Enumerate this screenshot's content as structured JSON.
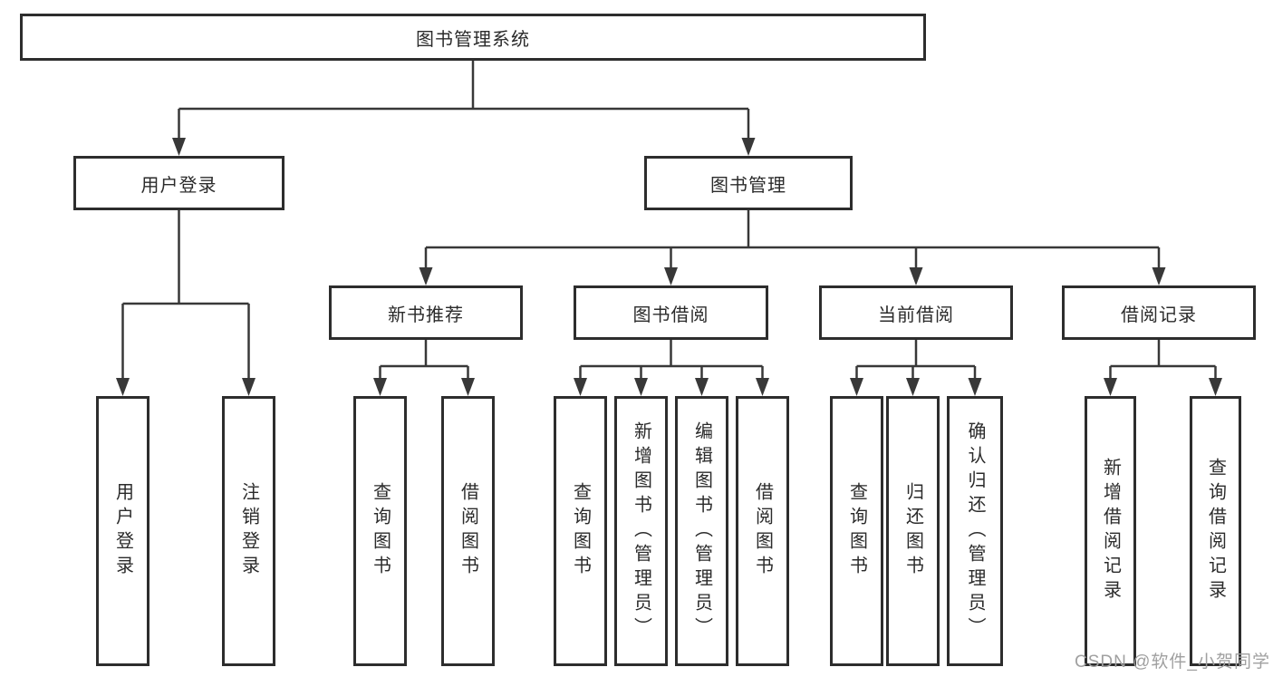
{
  "diagram": {
    "title": "图书管理系统",
    "level2": [
      {
        "label": "用户登录"
      },
      {
        "label": "图书管理"
      }
    ],
    "level3": [
      {
        "label": "新书推荐"
      },
      {
        "label": "图书借阅"
      },
      {
        "label": "当前借阅"
      },
      {
        "label": "借阅记录"
      }
    ],
    "leaves": [
      {
        "label": "用户登录"
      },
      {
        "label": "注销登录"
      },
      {
        "label": "查询图书"
      },
      {
        "label": "借阅图书"
      },
      {
        "label": "查询图书"
      },
      {
        "label": "新增图书（管理员）"
      },
      {
        "label": "编辑图书（管理员）"
      },
      {
        "label": "借阅图书"
      },
      {
        "label": "查询图书"
      },
      {
        "label": "归还图书"
      },
      {
        "label": "确认归还（管理员）"
      },
      {
        "label": "新增借阅记录"
      },
      {
        "label": "查询借阅记录"
      }
    ]
  },
  "watermark": {
    "text": "CSDN @软件_小贺同学"
  },
  "colors": {
    "line": "#383838",
    "box_border": "#2d2d2d",
    "text": "#2b2b2b",
    "watermark": "#a0a0a0",
    "background": "#ffffff"
  }
}
